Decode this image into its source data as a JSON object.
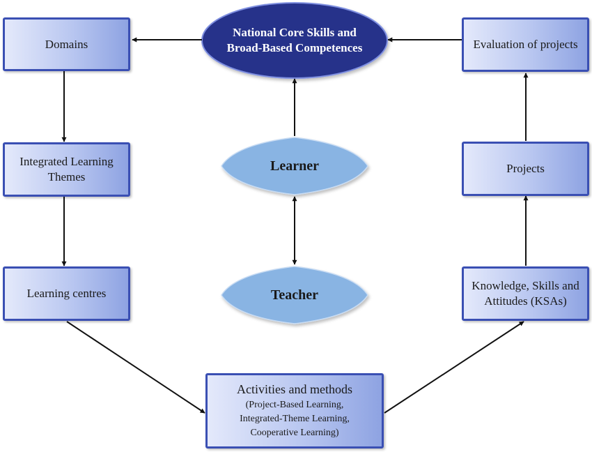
{
  "diagram": {
    "center_top": "National Core Skills and\nBroad-Based Competences",
    "center_learner": "Learner",
    "center_teacher": "Teacher",
    "left": {
      "domains": "Domains",
      "themes": "Integrated Learning\nThemes",
      "centres": "Learning centres"
    },
    "right": {
      "evaluation": "Evaluation of projects",
      "projects": "Projects",
      "ksas": "Knowledge, Skills and\nAttitudes (KSAs)"
    },
    "bottom": {
      "title": "Activities and methods",
      "line1": "(Project-Based Learning,",
      "line2": "Integrated-Theme Learning,",
      "line3": "Cooperative Learning)"
    },
    "colors": {
      "box_border": "#3a4fb3",
      "ellipse_fill": "#27308a",
      "diamond_fill": "#89b4e3",
      "arrow": "#111111"
    }
  }
}
